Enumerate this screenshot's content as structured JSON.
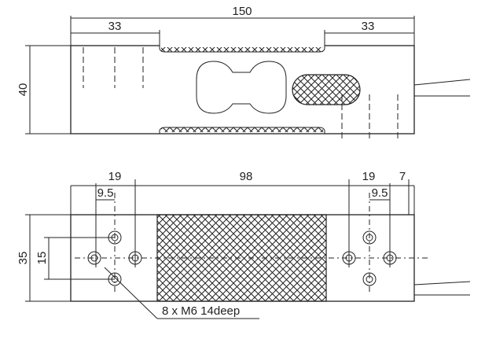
{
  "top_view": {
    "overall_length": "150",
    "left_offset": "33",
    "right_offset": "33",
    "height": "40"
  },
  "bottom_view": {
    "left_spacing": "19",
    "left_hole_offset": "9.5",
    "center_span": "98",
    "right_spacing": "19",
    "right_hole_offset": "9.5",
    "end_gap": "7",
    "width": "35",
    "hole_pitch": "15",
    "hole_callout": "8 x M6 14deep"
  },
  "colors": {
    "line": "#222222",
    "background": "#ffffff"
  }
}
